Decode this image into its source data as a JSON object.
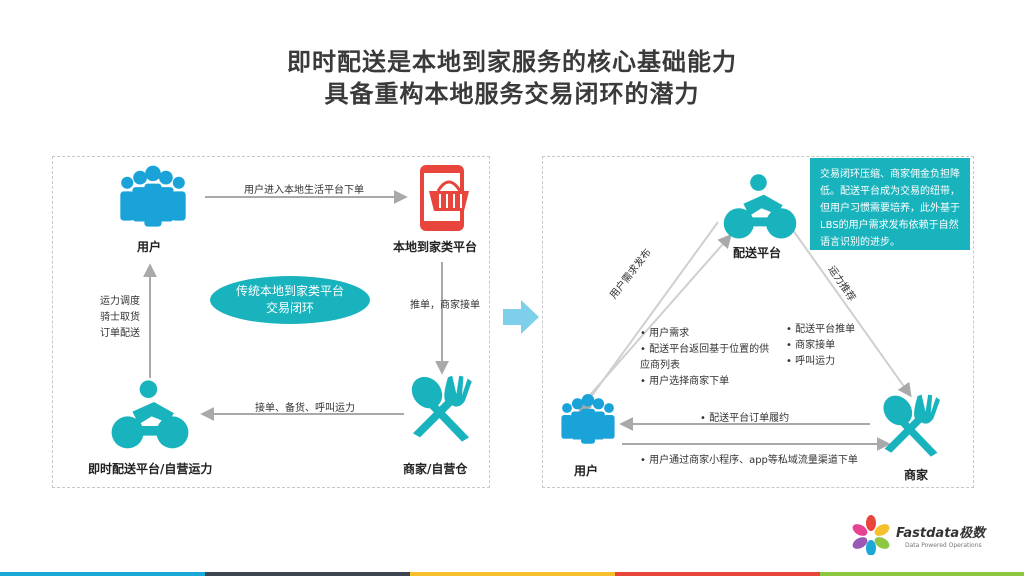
{
  "title": {
    "line1": "即时配送是本地到家服务的核心基础能力",
    "line2": "具备重构本地服务交易闭环的潜力"
  },
  "left": {
    "nodes": {
      "user": "用户",
      "platform": "本地到家类平台",
      "merchant": "商家/自营仓",
      "delivery": "即时配送平台/自营运力"
    },
    "edges": {
      "user_to_platform": "用户进入本地生活平台下单",
      "platform_to_merchant": "推单，商家接单",
      "merchant_to_delivery": "接单、备货、呼叫运力",
      "delivery_to_user": [
        "运力调度",
        "骑士取货",
        "订单配送"
      ]
    },
    "center_label": "传统本地到家类平台交易闭环"
  },
  "right": {
    "nodes": {
      "delivery": "配送平台",
      "user": "用户",
      "merchant": "商家"
    },
    "callout": "交易闭环压缩、商家佣金负担降低。配送平台成为交易的纽带，但用户习惯需要培养，此外基于LBS的用户需求发布依赖于自然语言识别的进步。",
    "edges": {
      "user_to_delivery": "用户需求发布",
      "delivery_to_merchant": "运力推荐",
      "delivery_to_user_bottom": "配送平台订单履约",
      "user_to_merchant_bottom": "用户通过商家小程序、app等私域流量渠道下单"
    },
    "bullets_left": [
      "用户需求",
      "配送平台返回基于位置的供应商列表",
      "用户选择商家下单"
    ],
    "bullets_right": [
      "配送平台推单",
      "商家接单",
      "呼叫运力"
    ]
  },
  "logo": {
    "brand": "Fastdata极数",
    "tagline": "Data Powered Operations"
  },
  "colors": {
    "accent": "#19b3be",
    "icon_red": "#e8453c",
    "arrow_gray": "#a9a9a9",
    "footer": [
      "#1aa9d6",
      "#3d4650",
      "#f5c02c",
      "#e8453c",
      "#8dc63f"
    ]
  },
  "icons": [
    "users-group-icon",
    "shopping-phone-icon",
    "fork-spoon-icon",
    "rider-icon",
    "arrow-right-icon",
    "logo-flower-icon"
  ]
}
